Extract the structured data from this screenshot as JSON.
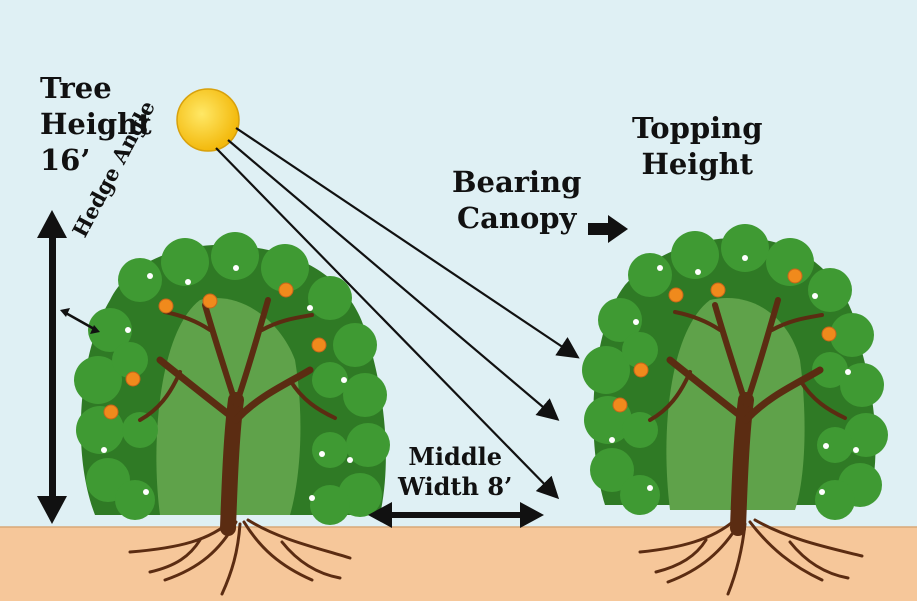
{
  "labels": {
    "tree_height": [
      "Tree",
      "Height",
      "16’"
    ],
    "topping_height": [
      "Topping",
      "Height"
    ],
    "bearing_canopy": [
      "Bearing",
      "Canopy"
    ],
    "hedge_angle": "Hedge Angle",
    "middle_width": [
      "Middle",
      "Width 8’"
    ]
  },
  "colors": {
    "sky": "#dff0f4",
    "ground": "#f6c79a",
    "sun": "#f8cf1a",
    "foliage": "#3f8f33",
    "trunk": "#5b2c12",
    "fruit": "#f08a1c"
  }
}
